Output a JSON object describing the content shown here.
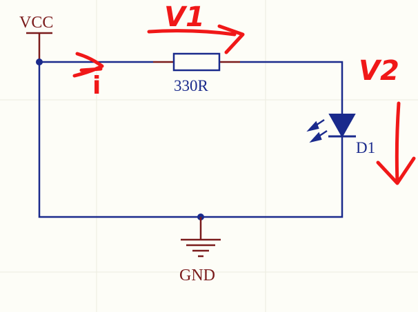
{
  "schematic": {
    "power": {
      "label": "VCC",
      "color": "#7a1b1b"
    },
    "resistor": {
      "value": "330R",
      "color": "#1a2a8c"
    },
    "led": {
      "designator": "D1",
      "color": "#1a2a8c"
    },
    "ground": {
      "label": "GND",
      "color": "#7a1b1b"
    },
    "wire_color": "#1a2a8c"
  },
  "annotations": {
    "current": "i",
    "voltage_resistor": "V1",
    "voltage_led": "V2",
    "ink_color": "#f01818"
  }
}
